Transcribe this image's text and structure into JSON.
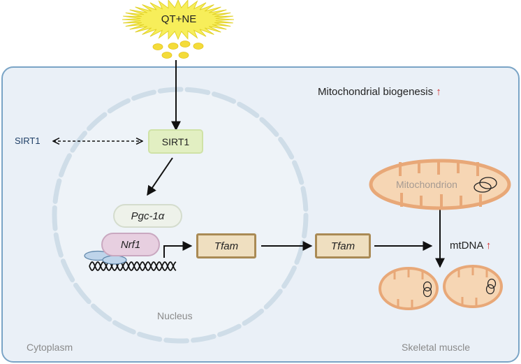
{
  "stimulus": {
    "label": "QT+NE"
  },
  "labels": {
    "biogenesis": "Mitochondrial biogenesis",
    "sirt1_cytoplasm": "SIRT1",
    "sirt1_nucleus": "SIRT1",
    "pgc1a": "Pgc-1α",
    "nrf1": "Nrf1",
    "tfam_nucleus": "Tfam",
    "tfam_cytoplasm": "Tfam",
    "mitochondrion": "Mitochondrion",
    "mtdna": "mtDNA",
    "nucleus": "Nucleus",
    "cytoplasm": "Cytoplasm",
    "skeletal_muscle": "Skeletal muscle",
    "increase_arrow": "↑"
  },
  "colors": {
    "cell_fill": "#eaf0f7",
    "cell_border": "#7aa4c6",
    "starburst": "#f7ee5a",
    "sirt1_box": "#e2efc2",
    "pgc_box": "#eef2ea",
    "nrf1_box": "#e7cfe0",
    "tfam_box": "#efdfc0",
    "tfam_border": "#a98a55",
    "mito_fill": "#f6d6b4",
    "mito_border": "#e8a878",
    "up_arrow": "#d42a2a"
  }
}
